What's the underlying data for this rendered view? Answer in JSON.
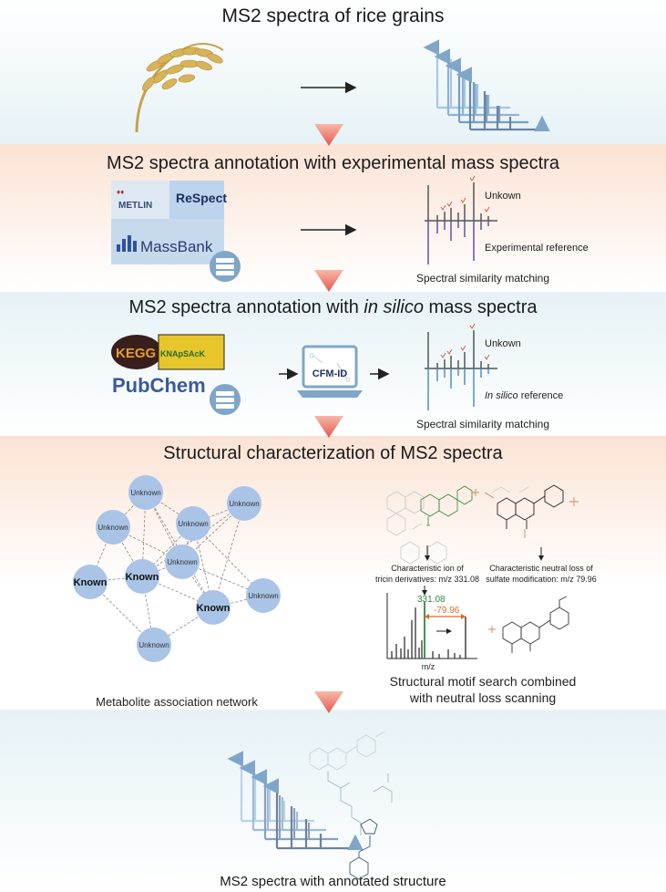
{
  "stages": [
    {
      "title": "MS2 spectra of rice grains"
    },
    {
      "title": "MS2 spectra annotation with experimental mass spectra"
    },
    {
      "title_pre": "MS2 spectra annotation with ",
      "title_em": "in silico",
      "title_post": " mass spectra"
    },
    {
      "title": "Structural characterization of MS2 spectra"
    },
    {
      "title": "MS2 spectra with annotated structure"
    }
  ],
  "databases_experimental": [
    "METLIN",
    "ReSpect",
    "MassBank"
  ],
  "databases_insilico": [
    "KEGG",
    "KNApSAcK",
    "PubChem"
  ],
  "tool": "CFM-ID",
  "mirror_experimental": {
    "top": "Unkown",
    "bottom": "Experimental reference",
    "caption": "Spectral similarity matching"
  },
  "mirror_insilico": {
    "top": "Unkown",
    "bottom_em": "In silico",
    "bottom_rest": " reference",
    "caption": "Spectral similarity matching"
  },
  "network": {
    "caption": "Metabolite association network",
    "nodes": [
      {
        "label": "Unknown",
        "known": false
      },
      {
        "label": "Unknown",
        "known": false
      },
      {
        "label": "Unknown",
        "known": false
      },
      {
        "label": "Unknown",
        "known": false
      },
      {
        "label": "Known",
        "known": true
      },
      {
        "label": "Unknown",
        "known": false
      },
      {
        "label": "Known",
        "known": true
      },
      {
        "label": "Known",
        "known": true
      },
      {
        "label": "Unknown",
        "known": false
      },
      {
        "label": "Unknown",
        "known": false
      },
      {
        "label": "Unknown",
        "known": false
      }
    ]
  },
  "motif": {
    "ion_text_1": "Characteristic ion of",
    "ion_text_2": "tricin derivatives: m/z 331.08",
    "loss_text_1": "Characteristic neutral loss of",
    "loss_text_2": "sulfate modification: m/z 79.96",
    "peak_label": "331.08",
    "loss_label": "-79.96",
    "axis_label": "m/z",
    "caption_1": "Structural motif search combined",
    "caption_2": "with neutral loss scanning"
  },
  "colors": {
    "band_blue": "#e6f2f6",
    "band_peach": "#fbe3d4",
    "arrow_red": "#e8574d",
    "node_fill": "#a9c4e6",
    "spectrum_purple": "#5a55a8",
    "spectrum_blue": "#4d8fd1",
    "highlight_green": "#2f8a3b",
    "loss_orange": "#d46a2c"
  }
}
